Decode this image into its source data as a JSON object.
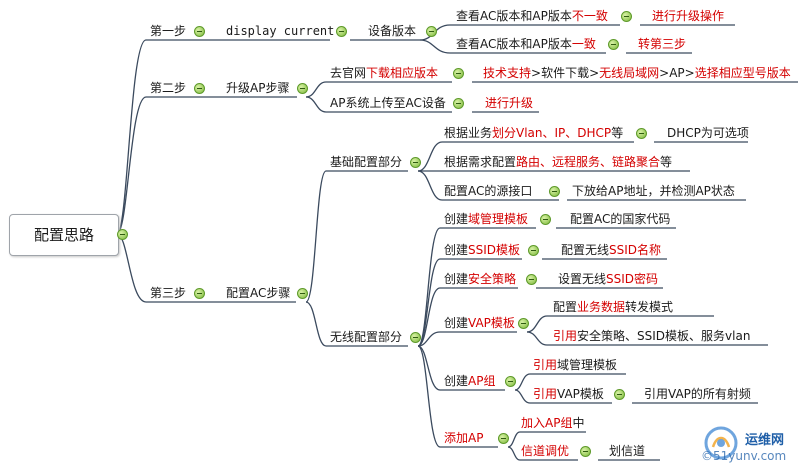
{
  "root": "配置思路",
  "step1": {
    "label": "第一步",
    "cmd": "display current",
    "version": "设备版本",
    "a1": "查看AC版本和AP版本",
    "a1r": "不一致",
    "a1res": "进行升级操作",
    "a2": "查看AC版本和AP版本",
    "a2r": "一致",
    "a2res": "转第三步"
  },
  "step2": {
    "label": "第二步",
    "title": "升级AP步骤",
    "dl1": "去官网",
    "dl2": "下载相应版本",
    "p1": "技术支持",
    "p2": ">软件下载>",
    "p3": "无线局域网",
    "p4": ">AP>",
    "p5": "选择相应型号版本",
    "up": "AP系统上传至AC设备",
    "upres": "进行升级"
  },
  "step3": {
    "label": "第三步",
    "title": "配置AC步骤",
    "basic": {
      "title": "基础配置部分",
      "i1a": "根据业务",
      "i1b": "划分Vlan、IP、DHCP",
      "i1c": "等",
      "i1note": "DHCP为可选项",
      "i2a": "根据需求配置",
      "i2b": "路由、远程服务、链路聚合",
      "i2c": "等",
      "i3": "配置AC的源接口",
      "i3note": "下放给AP地址，并检测AP状态"
    },
    "wireless": {
      "title": "无线配置部分",
      "c1": "创建",
      "c1r": "域管理模板",
      "c1n": "配置AC的国家代码",
      "c2": "创建",
      "c2r": "SSID模板",
      "c2n1": "配置无线",
      "c2n2": "SSID名称",
      "c3": "创建",
      "c3r": "安全策略",
      "c3n1": "设置无线",
      "c3n2": "SSID密码",
      "c4": "创建",
      "c4r": "VAP模板",
      "c4n1a": "配置",
      "c4n1b": "业务数据",
      "c4n1c": "转发模式",
      "c4n2a": "引用",
      "c4n2b": "安全策略、SSID模板、服务vlan",
      "c5": "创建",
      "c5r": "AP组",
      "c5n1a": "引用",
      "c5n1b": "域管理模板",
      "c5n2a": "引用",
      "c5n2b": "VAP模板",
      "c5n2note": "引用VAP的所有射频",
      "c6r": "添加AP",
      "c6n1a": "加入AP组",
      "c6n1b": "中",
      "c6n2a": "信道调优",
      "c6n2note": "划信道"
    }
  },
  "watermark": {
    "cn": "运维网",
    "en": "©51yunv.com"
  },
  "colors": {
    "edge": "#3b4a5e",
    "accent_red": "#d40000",
    "toggle": "#7cb83a"
  }
}
